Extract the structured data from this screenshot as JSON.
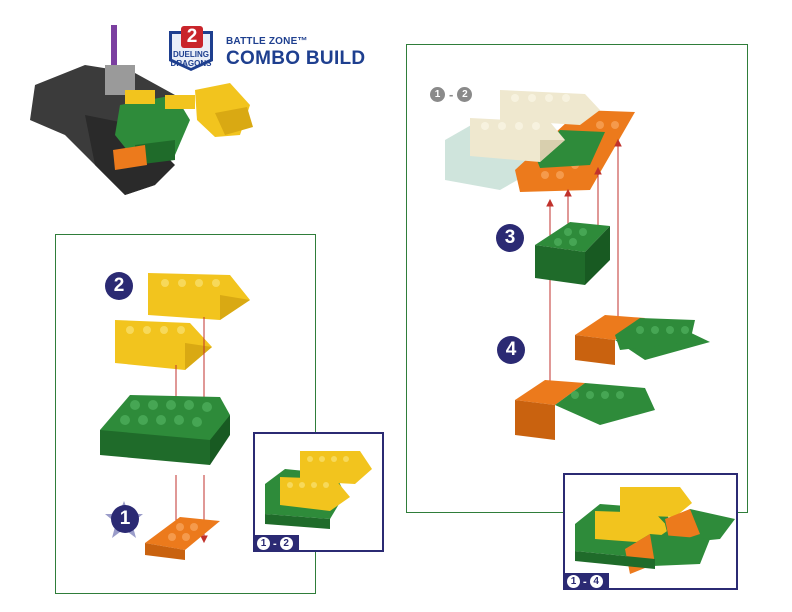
{
  "header": {
    "badge_number": "2",
    "badge_line1": "DUELING",
    "badge_line2": "DRAGONS",
    "series": "BATTLE ZONE™",
    "title": "COMBO BUILD"
  },
  "left_panel": {
    "steps": [
      {
        "number": "1"
      },
      {
        "number": "2"
      }
    ],
    "inset_tag": {
      "from": "1",
      "separator": "-",
      "to": "2"
    }
  },
  "right_panel": {
    "range_label": {
      "from": "1",
      "separator": "-",
      "to": "2"
    },
    "steps": [
      {
        "number": "3"
      },
      {
        "number": "4"
      }
    ],
    "inset_tag": {
      "from": "1",
      "separator": "-",
      "to": "4"
    }
  },
  "colors": {
    "panel_border": "#2f7d3a",
    "step_badge": "#2b2a73",
    "title_blue": "#1e3f8f",
    "green": "#2e8b3a",
    "yellow": "#f2c41e",
    "orange": "#ec7a1c",
    "cream": "#efe8cf",
    "arrow": "#c0322c"
  }
}
